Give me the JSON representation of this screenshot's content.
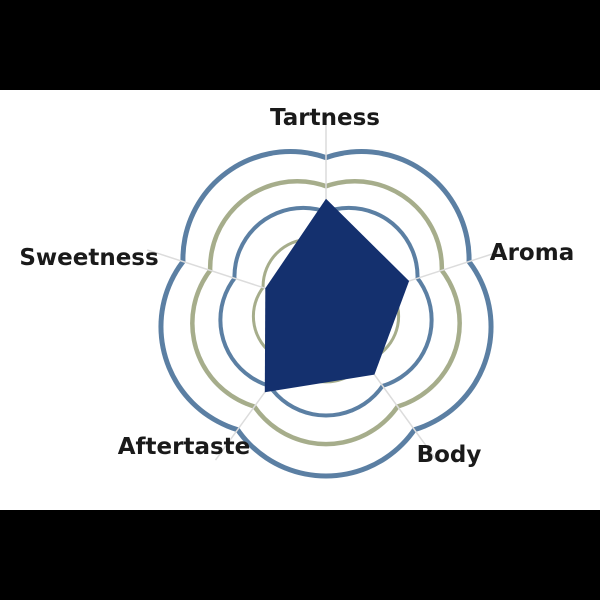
{
  "chart_data": {
    "type": "radar",
    "title": "",
    "axes": [
      "Tartness",
      "Aroma",
      "Body",
      "Aftertaste",
      "Sweetness"
    ],
    "values": [
      6.5,
      5.2,
      4.9,
      6.2,
      3.8
    ],
    "range": [
      0,
      10
    ],
    "rings": [
      {
        "level": 10,
        "color": "#5b7fa3"
      },
      {
        "level": 8.1,
        "color": "#a6ad8b"
      },
      {
        "level": 6.4,
        "color": "#5b7fa3"
      },
      {
        "level": 4.4,
        "color": "#a6ad8b"
      }
    ],
    "fill_color": "#14306e",
    "grid": true,
    "legend": "none"
  }
}
